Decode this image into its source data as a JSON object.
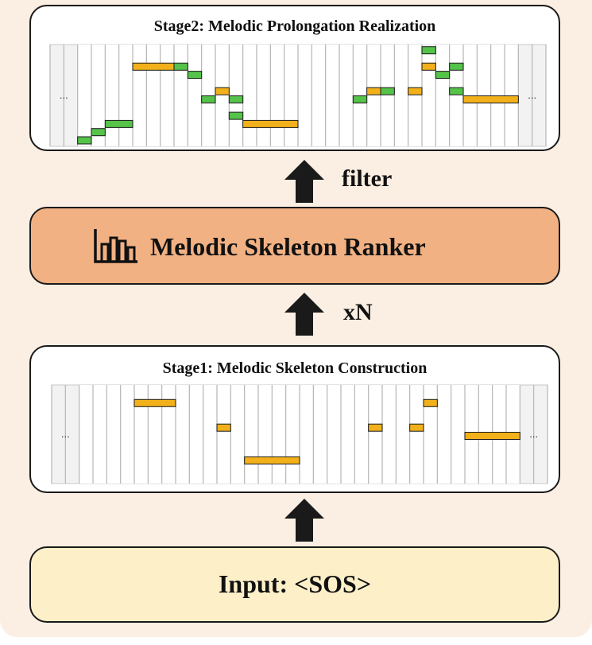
{
  "stage2": {
    "title": "Stage2: Melodic Prolongation Realization",
    "ellipsis_left": "...",
    "ellipsis_right": "...",
    "notes": [
      {
        "t": 0,
        "len": 1,
        "p": 0,
        "kind": "ornament"
      },
      {
        "t": 1,
        "len": 1,
        "p": 1,
        "kind": "ornament"
      },
      {
        "t": 2,
        "len": 2,
        "p": 2,
        "kind": "ornament"
      },
      {
        "t": 4,
        "len": 3,
        "p": 9,
        "kind": "skeleton"
      },
      {
        "t": 7,
        "len": 1,
        "p": 9,
        "kind": "ornament"
      },
      {
        "t": 8,
        "len": 1,
        "p": 8,
        "kind": "ornament"
      },
      {
        "t": 9,
        "len": 1,
        "p": 5,
        "kind": "ornament"
      },
      {
        "t": 10,
        "len": 1,
        "p": 6,
        "kind": "skeleton"
      },
      {
        "t": 11,
        "len": 1,
        "p": 5,
        "kind": "ornament"
      },
      {
        "t": 11,
        "len": 1,
        "p": 3,
        "kind": "ornament"
      },
      {
        "t": 12,
        "len": 4,
        "p": 2,
        "kind": "skeleton"
      },
      {
        "t": 20,
        "len": 1,
        "p": 5,
        "kind": "ornament"
      },
      {
        "t": 21,
        "len": 1,
        "p": 6,
        "kind": "skeleton"
      },
      {
        "t": 22,
        "len": 1,
        "p": 6,
        "kind": "ornament"
      },
      {
        "t": 24,
        "len": 1,
        "p": 6,
        "kind": "skeleton"
      },
      {
        "t": 25,
        "len": 1,
        "p": 11,
        "kind": "ornament"
      },
      {
        "t": 25,
        "len": 1,
        "p": 9,
        "kind": "skeleton"
      },
      {
        "t": 26,
        "len": 1,
        "p": 8,
        "kind": "ornament"
      },
      {
        "t": 27,
        "len": 1,
        "p": 9,
        "kind": "ornament"
      },
      {
        "t": 27,
        "len": 1,
        "p": 6,
        "kind": "ornament"
      },
      {
        "t": 28,
        "len": 4,
        "p": 5,
        "kind": "skeleton"
      }
    ]
  },
  "ranker": {
    "label": "Melodic Skeleton Ranker",
    "icon": "bar-chart-icon"
  },
  "arrows": {
    "filter_label": "filter",
    "repeat_label": "xN",
    "icon": "up-arrow-icon"
  },
  "stage1": {
    "title": "Stage1: Melodic Skeleton Construction",
    "ellipsis_left": "...",
    "ellipsis_right": "...",
    "notes": [
      {
        "t": 4,
        "len": 3,
        "p": 9,
        "kind": "skeleton"
      },
      {
        "t": 10,
        "len": 1,
        "p": 6,
        "kind": "skeleton"
      },
      {
        "t": 12,
        "len": 4,
        "p": 2,
        "kind": "skeleton"
      },
      {
        "t": 21,
        "len": 1,
        "p": 6,
        "kind": "skeleton"
      },
      {
        "t": 24,
        "len": 1,
        "p": 6,
        "kind": "skeleton"
      },
      {
        "t": 25,
        "len": 1,
        "p": 9,
        "kind": "skeleton"
      },
      {
        "t": 28,
        "len": 4,
        "p": 5,
        "kind": "skeleton"
      }
    ]
  },
  "input": {
    "label": "Input: <SOS>"
  },
  "colors": {
    "panel_bg": "#fbeee2",
    "skeleton_note": "#f2b11b",
    "ornament_note": "#55c24a",
    "ranker_bg": "#f2b183",
    "input_bg": "#fdf0c9",
    "roll_bg": "#f2f2f2"
  }
}
